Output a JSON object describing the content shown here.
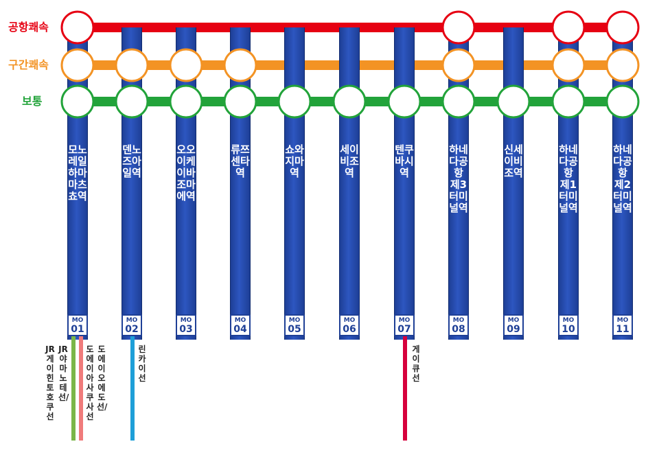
{
  "services": [
    {
      "label": "공항쾌속",
      "color": "#e60012",
      "stops": [
        1,
        8,
        10,
        11
      ]
    },
    {
      "label": "구간쾌속",
      "color": "#f39324",
      "stops": [
        1,
        2,
        3,
        4,
        8,
        10,
        11
      ]
    },
    {
      "label": "보통",
      "color": "#22a33a",
      "stops": [
        1,
        2,
        3,
        4,
        5,
        6,
        7,
        8,
        9,
        10,
        11
      ]
    }
  ],
  "stations": [
    {
      "name": "모노레일 하마마츠쵸역",
      "code_prefix": "MO",
      "code_num": "01"
    },
    {
      "name": "덴노즈아일역",
      "code_prefix": "MO",
      "code_num": "02"
    },
    {
      "name": "오오이케이바조마에역",
      "code_prefix": "MO",
      "code_num": "03"
    },
    {
      "name": "류쯔센타역",
      "code_prefix": "MO",
      "code_num": "04"
    },
    {
      "name": "쇼와지마역",
      "code_prefix": "MO",
      "code_num": "05"
    },
    {
      "name": "세이비조역",
      "code_prefix": "MO",
      "code_num": "06"
    },
    {
      "name": "텐쿠바시역",
      "code_prefix": "MO",
      "code_num": "07"
    },
    {
      "name": "하네다공항 제3터미널역",
      "code_prefix": "MO",
      "code_num": "08"
    },
    {
      "name": "신세이비조역",
      "code_prefix": "MO",
      "code_num": "09"
    },
    {
      "name": "하네다공항 제1터미널역",
      "code_prefix": "MO",
      "code_num": "10"
    },
    {
      "name": "하네다공항 제2터미널역",
      "code_prefix": "MO",
      "code_num": "11"
    }
  ],
  "transfers": [
    {
      "station": 1,
      "color": "#7ab648",
      "text": "JR 게이힌토호쿠선"
    },
    {
      "station": 1,
      "color": "#7ab648",
      "text": "JR 야마노테선/"
    },
    {
      "station": 1,
      "color": "#f07b7b",
      "text": "도에이 아사쿠사선"
    },
    {
      "station": 1,
      "color": "#f07b7b",
      "text": "도에이오에도선/"
    },
    {
      "station": 2,
      "color": "#1e9fd8",
      "text": "린카이선"
    },
    {
      "station": 7,
      "color": "#d6003c",
      "text": "게이큐선"
    }
  ]
}
